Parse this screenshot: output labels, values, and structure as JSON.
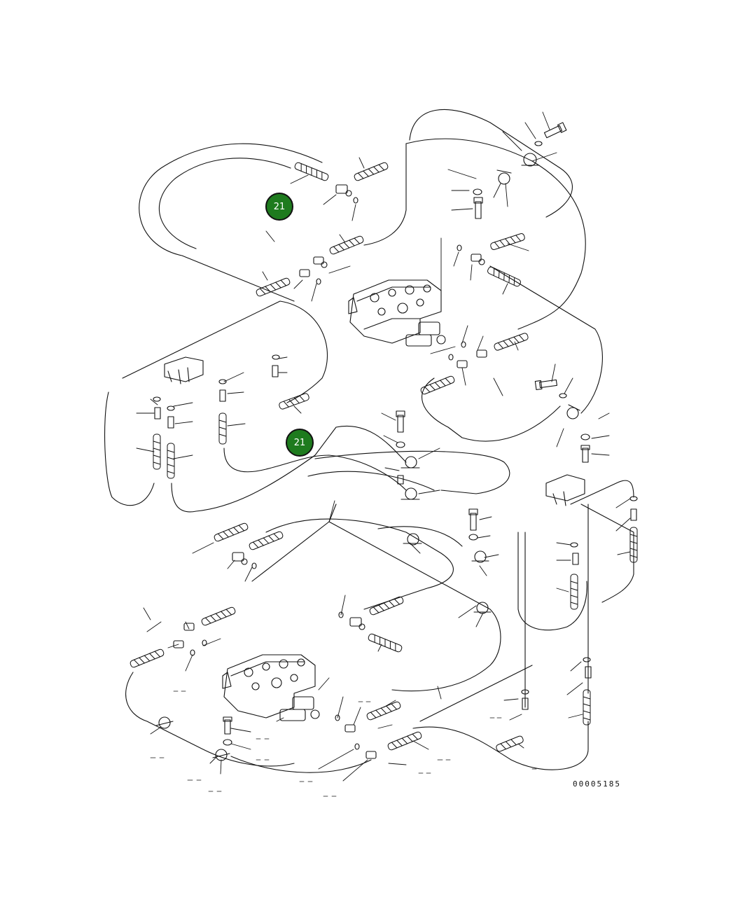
{
  "diagram": {
    "doc_number": "00005185",
    "line_color": "#111111",
    "callouts": [
      {
        "label": "21",
        "color": "#1e7b1e"
      },
      {
        "label": "21",
        "color": "#1e7b1e"
      }
    ]
  }
}
